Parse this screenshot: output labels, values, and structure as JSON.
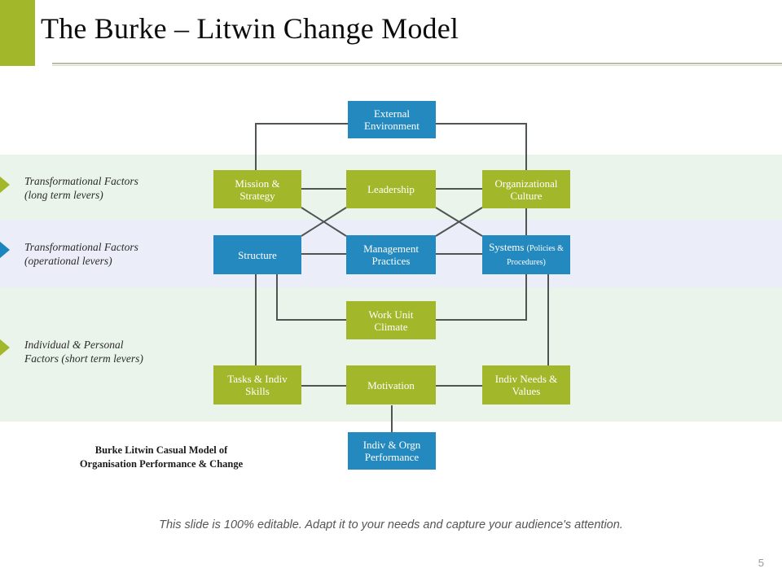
{
  "slide": {
    "title": "The Burke – Litwin Change Model",
    "page_number": "5",
    "footnote": "This slide is 100% editable. Adapt it to your needs and capture your audience's attention.",
    "caption_line1": "Burke Litwin Casual Model of",
    "caption_line2": "Organisation Performance & Change"
  },
  "colors": {
    "accent_olive": "#A2B82A",
    "accent_blue": "#2489BE",
    "band_green": "#EAF4EA",
    "band_lavender": "#EBEEF8",
    "connector": "#4F5553",
    "title_text": "#0D0D0D",
    "footnote_text": "#555555"
  },
  "side_labels": [
    {
      "marker": "olive",
      "line1": "Transformational Factors",
      "line2": "(long term levers)"
    },
    {
      "marker": "blue",
      "line1": "Transformational Factors",
      "line2": "(operational levers)"
    },
    {
      "marker": "olive",
      "line1": "Individual & Personal",
      "line2": "Factors (short term levers)"
    }
  ],
  "nodes": [
    {
      "id": "external-environment",
      "line1": "External",
      "line2": "Environment",
      "sub": "",
      "color": "blue"
    },
    {
      "id": "mission-strategy",
      "line1": "Mission &",
      "line2": "Strategy",
      "sub": "",
      "color": "olive"
    },
    {
      "id": "leadership",
      "line1": "Leadership",
      "line2": "",
      "sub": "",
      "color": "olive"
    },
    {
      "id": "organizational-culture",
      "line1": "Organizational",
      "line2": "Culture",
      "sub": "",
      "color": "olive"
    },
    {
      "id": "structure",
      "line1": "Structure",
      "line2": "",
      "sub": "",
      "color": "blue"
    },
    {
      "id": "management-practices",
      "line1": "Management",
      "line2": "Practices",
      "sub": "",
      "color": "blue"
    },
    {
      "id": "systems",
      "line1": "Systems",
      "line2": "",
      "sub": "(Policies & Procedures)",
      "color": "blue"
    },
    {
      "id": "work-unit-climate",
      "line1": "Work Unit",
      "line2": "Climate",
      "sub": "",
      "color": "olive"
    },
    {
      "id": "tasks-indiv-skills",
      "line1": "Tasks & Indiv",
      "line2": "Skills",
      "sub": "",
      "color": "olive"
    },
    {
      "id": "motivation",
      "line1": "Motivation",
      "line2": "",
      "sub": "",
      "color": "olive"
    },
    {
      "id": "indiv-needs-values",
      "line1": "Indiv Needs &",
      "line2": "Values",
      "sub": "",
      "color": "olive"
    },
    {
      "id": "indiv-orgn-performance",
      "line1": "Indiv & Orgn",
      "line2": "Performance",
      "sub": "",
      "color": "blue"
    }
  ]
}
